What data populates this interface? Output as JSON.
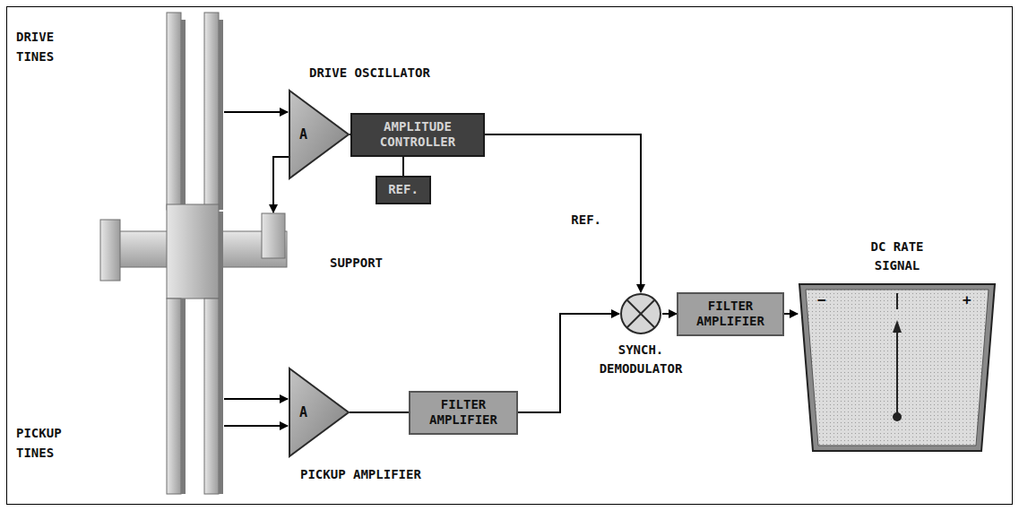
{
  "diagram": {
    "nodes": [
      {
        "text": [
          "A"
        ]
      },
      {
        "text": [
          "AMPLITUDE CONTROLLER"
        ]
      },
      {
        "text": [
          "REF."
        ]
      },
      {
        "text": [
          "A"
        ]
      },
      {
        "text": [
          "FILTER AMPLIFIER"
        ]
      },
      {
        "text": [
          "SYNCH. DEMODULATOR"
        ]
      },
      {
        "text": [
          "FILTER AMPLIFIER"
        ]
      },
      {
        "text": [
          "DC RATE SIGNAL",
          "−",
          "+"
        ]
      }
    ],
    "edges": [
      {
        "from": 0,
        "to": 1,
        "arrow": "none"
      },
      {
        "from": 1,
        "to": 2,
        "arrow": "none"
      },
      {
        "from": 1,
        "to": 5,
        "label": "REF.",
        "arrow": "to"
      },
      {
        "from": 3,
        "to": 4,
        "arrow": "none"
      },
      {
        "from": 4,
        "to": 5,
        "arrow": "to"
      },
      {
        "from": 5,
        "to": 6,
        "arrow": "to"
      },
      {
        "from": 6,
        "to": 7,
        "arrow": "to"
      }
    ],
    "labels": [
      "DRIVE TINES",
      "DRIVE OSCILLATOR",
      "SUPPORT",
      "PICKUP TINES",
      "PICKUP AMPLIFIER"
    ]
  }
}
